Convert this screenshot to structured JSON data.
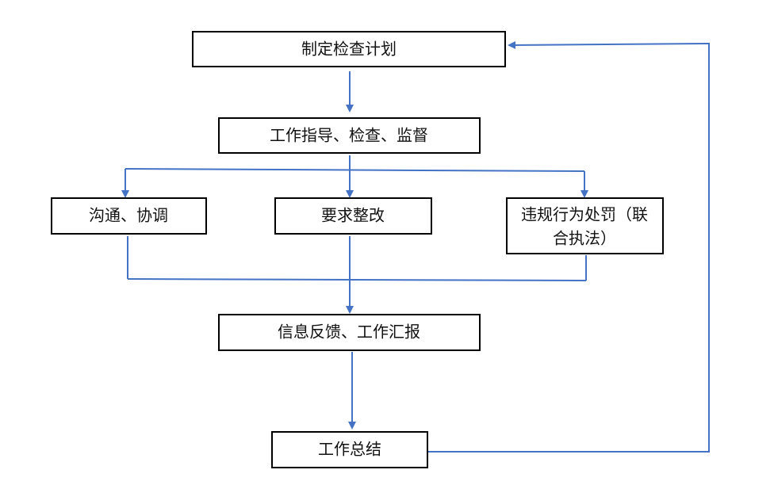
{
  "colors": {
    "connector": "#4472C4",
    "box_border": "#000000",
    "text": "#111111",
    "background": "#ffffff"
  },
  "nodes": {
    "plan": {
      "label": "制定检查计划"
    },
    "guide": {
      "label": "工作指导、检查、监督"
    },
    "communicate": {
      "label": "沟通、协调"
    },
    "rectify": {
      "label": "要求整改"
    },
    "penalty": {
      "line1": "违规行为处罚（联",
      "line2": "合执法）"
    },
    "feedback": {
      "label": "信息反馈、工作汇报"
    },
    "summary": {
      "label": "工作总结"
    }
  }
}
